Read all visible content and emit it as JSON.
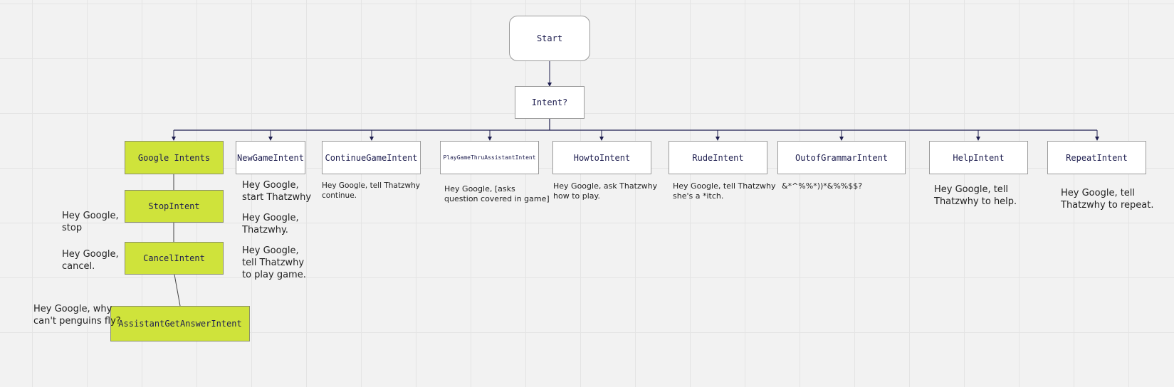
{
  "colors": {
    "line": "#1d1d4f",
    "green": "#cfe33b",
    "box": "#ffffff"
  },
  "nodes": {
    "start": "Start",
    "intent": "Intent?",
    "google_intents": "Google Intents",
    "stop": "StopIntent",
    "cancel": "CancelIntent",
    "assistant": "AssistantGetAnswerIntent",
    "new_game": "NewGameIntent",
    "continue_game": "ContinueGameIntent",
    "play_thru": "PlayGameThruAssistantIntent",
    "howto": "HowtoIntent",
    "rude": "RudeIntent",
    "out_of_grammar": "OutofGrammarIntent",
    "help": "HelpIntent",
    "repeat": "RepeatIntent"
  },
  "notes": {
    "stop": "Hey Google,\nstop",
    "cancel": "Hey Google,\ncancel.",
    "assistant": "Hey Google, why\ncan't penguins fly?",
    "new_game_1": "Hey Google,\nstart Thatzwhy",
    "new_game_2": "Hey Google,\nThatzwhy.",
    "new_game_3": "Hey Google,\ntell Thatzwhy\nto play game.",
    "continue_game": "Hey Google, tell Thatzwhy\ncontinue.",
    "play_thru": "Hey Google, [asks\nquestion covered in game]",
    "howto": "Hey Google, ask Thatzwhy\nhow to play.",
    "rude": "Hey Google, tell Thatzwhy\nshe's a *itch.",
    "out_of_grammar": "&*^%%*))*&%%$$?",
    "help": "Hey Google, tell\nThatzwhy to help.",
    "repeat": "Hey Google, tell\nThatzwhy to repeat."
  }
}
